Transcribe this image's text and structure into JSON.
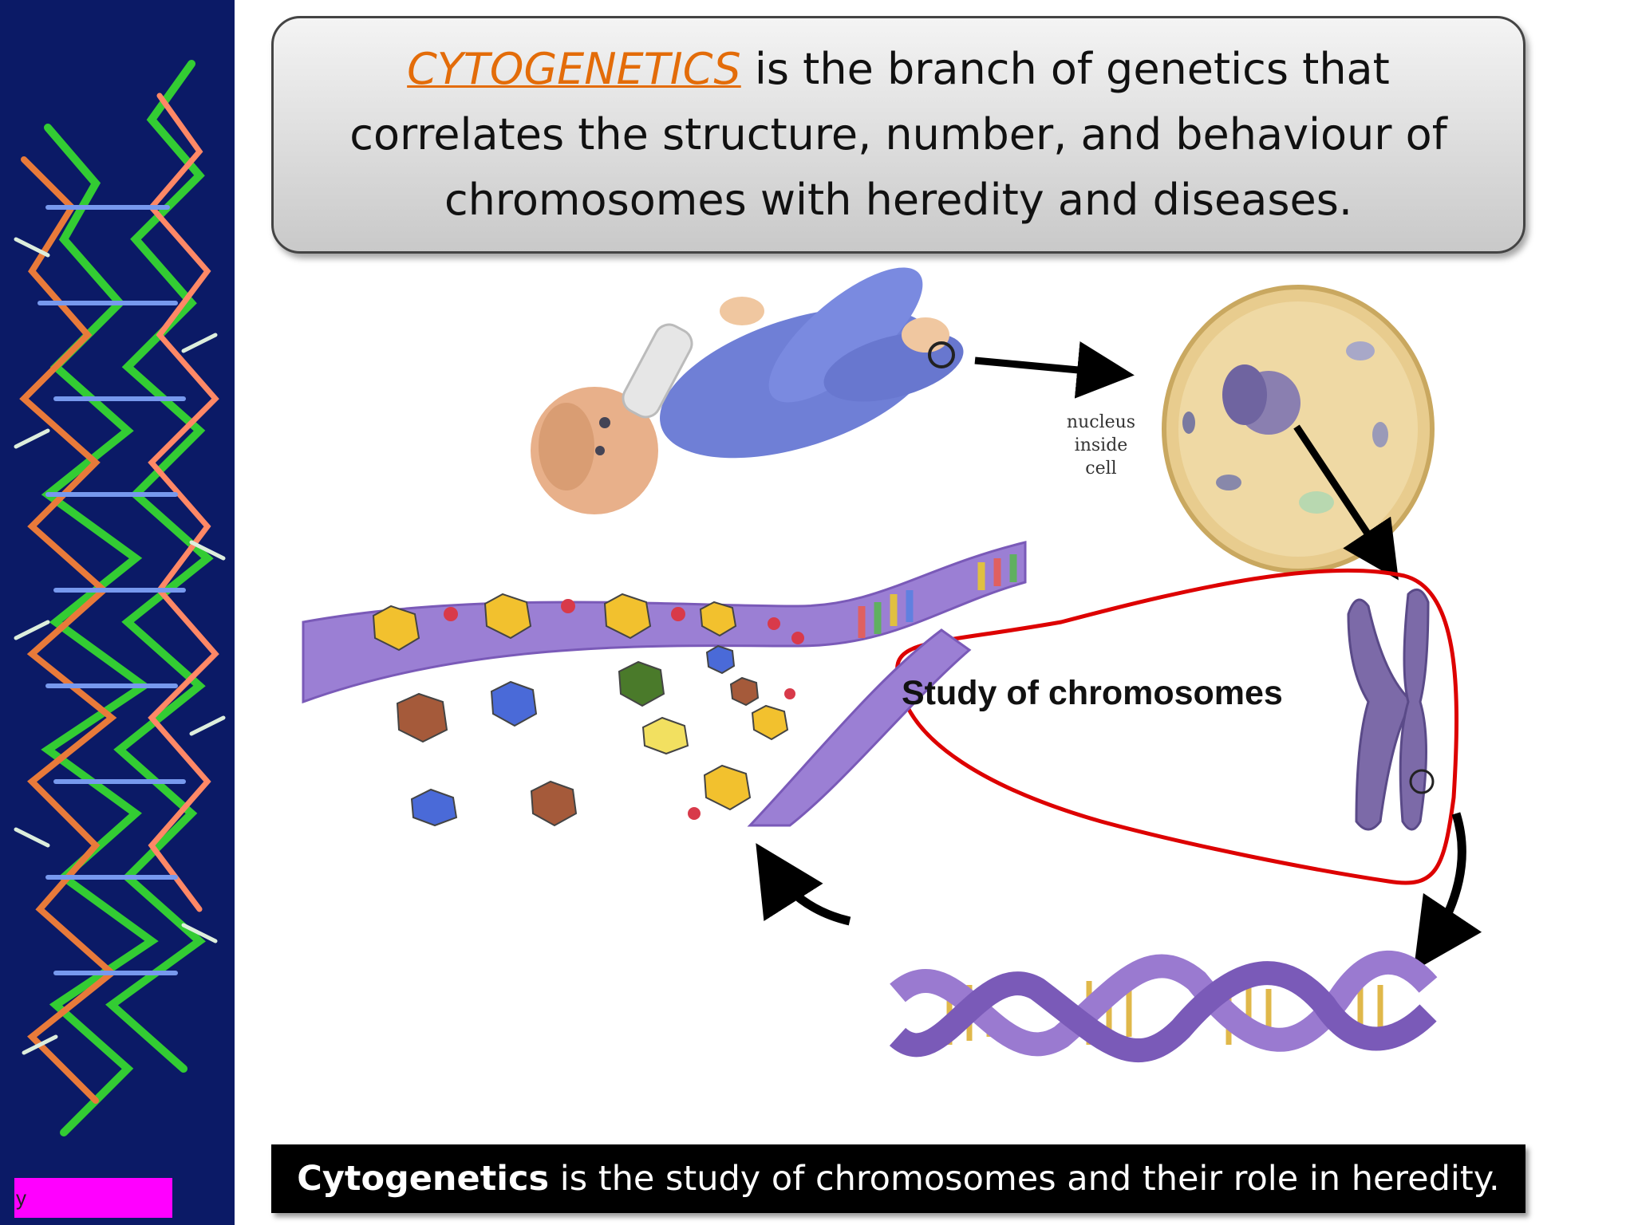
{
  "title": {
    "term": "CYTOGENETICS",
    "rest_line1": " is the branch of genetics that",
    "line2": "correlates the structure, number, and behaviour of",
    "line3": "chromosomes with heredity and diseases."
  },
  "figure": {
    "cell_label_line1": "nucleus",
    "cell_label_line2": "inside",
    "cell_label_line3": "cell",
    "highlight_label": "Study of chromosomes"
  },
  "footer": {
    "term": "Cytogenetics",
    "rest": " is the study of chromosomes and their role in heredity."
  },
  "sidebar": {
    "tag": "y"
  },
  "colors": {
    "sidebar_bg": "#0b1a66",
    "accent_term": "#e36c09",
    "highlight_outline": "#dd0000",
    "footer_bg": "#000000"
  }
}
